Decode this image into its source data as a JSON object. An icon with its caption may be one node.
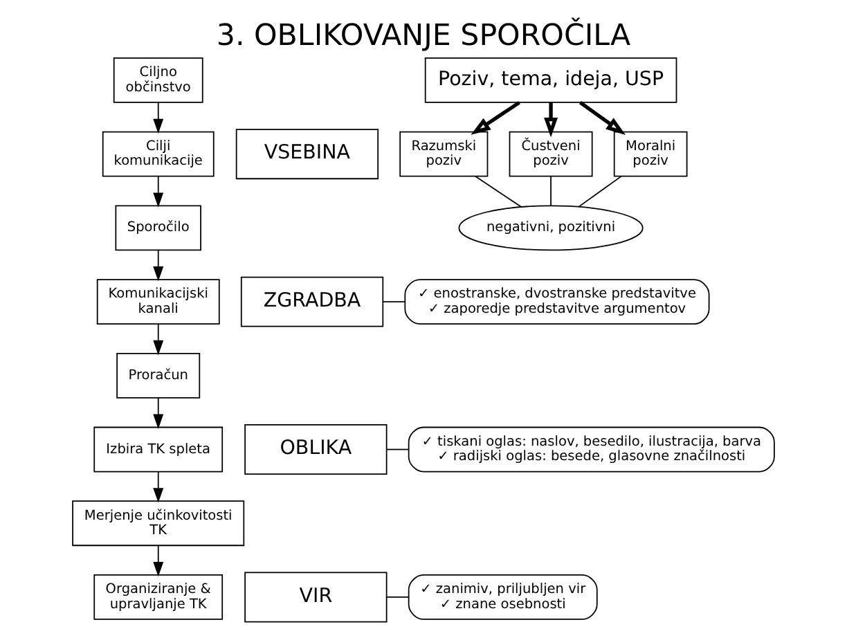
{
  "diagram": {
    "title": "3. OBLIKOVANJE SPOROČILA",
    "nodes": [
      {
        "text": [
          "Ciljno občinstvo"
        ]
      },
      {
        "text": [
          "Cilji komunikacije"
        ]
      },
      {
        "text": [
          "Sporočilo"
        ]
      },
      {
        "text": [
          "Komunikacijski kanali"
        ]
      },
      {
        "text": [
          "Proračun"
        ]
      },
      {
        "text": [
          "Izbira TK spleta"
        ]
      },
      {
        "text": [
          "Merjenje učinkovitosti TK"
        ]
      },
      {
        "text": [
          "Organiziranje & upravljanje TK"
        ]
      },
      {
        "text": [
          "VSEBINA"
        ]
      },
      {
        "text": [
          "Poziv, tema, ideja, USP"
        ]
      },
      {
        "text": [
          "Razumski poziv"
        ]
      },
      {
        "text": [
          "Čustveni poziv"
        ]
      },
      {
        "text": [
          "Moralni poziv"
        ]
      },
      {
        "text": [
          "negativni, pozitivni"
        ]
      },
      {
        "text": [
          "ZGRADBA"
        ]
      },
      {
        "text": [
          "✓ enostranske, dvostranske predstavitve",
          "✓ zaporedje predstavitve argumentov"
        ]
      },
      {
        "text": [
          "OBLIKA"
        ]
      },
      {
        "text": [
          "✓ tiskani oglas: naslov, besedilo, ilustracija, barva",
          "✓ radijski oglas: besede, glasovne značilnosti"
        ]
      },
      {
        "text": [
          "VIR"
        ]
      },
      {
        "text": [
          "✓ zanimiv, priljubljen vir",
          "✓ znane osebnosti"
        ]
      }
    ],
    "edges": [
      {
        "from": 0,
        "to": 1,
        "arrow": "to"
      },
      {
        "from": 1,
        "to": 2,
        "arrow": "to"
      },
      {
        "from": 2,
        "to": 3,
        "arrow": "to"
      },
      {
        "from": 3,
        "to": 4,
        "arrow": "to"
      },
      {
        "from": 4,
        "to": 5,
        "arrow": "to"
      },
      {
        "from": 5,
        "to": 6,
        "arrow": "to"
      },
      {
        "from": 6,
        "to": 7,
        "arrow": "to"
      },
      {
        "from": 9,
        "to": 10,
        "arrow": "to",
        "style": "thick"
      },
      {
        "from": 9,
        "to": 11,
        "arrow": "to",
        "style": "thick"
      },
      {
        "from": 9,
        "to": 12,
        "arrow": "to",
        "style": "thick"
      },
      {
        "from": 10,
        "to": 13,
        "arrow": "none"
      },
      {
        "from": 11,
        "to": 13,
        "arrow": "none"
      },
      {
        "from": 12,
        "to": 13,
        "arrow": "none"
      },
      {
        "from": 15,
        "to": 14,
        "arrow": "none"
      },
      {
        "from": 17,
        "to": 16,
        "arrow": "none"
      },
      {
        "from": 19,
        "to": 18,
        "arrow": "none"
      }
    ]
  }
}
